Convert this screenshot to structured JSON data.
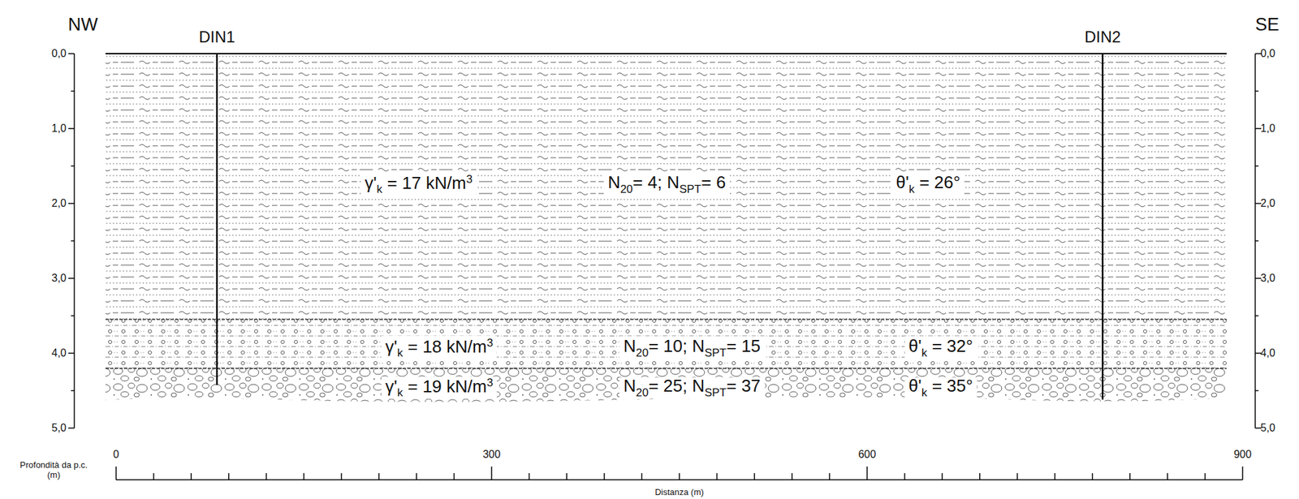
{
  "diagram": {
    "nodes": [
      {
        "text": [
          "γ'k = 17 kN/m3",
          "N20= 4; NSPT= 6",
          "θ'k = 26°"
        ]
      },
      {
        "text": [
          "γ'k = 18 kN/m3",
          "N20= 10; NSPT= 15",
          "θ'k = 32°"
        ]
      },
      {
        "text": [
          "γ'k = 19 kN/m3",
          "N20= 25; NSPT= 37",
          "θ'k = 35°"
        ]
      }
    ],
    "labels": [
      "NW",
      "SE",
      "DIN1",
      "DIN2",
      "0,0",
      "1,0",
      "2,0",
      "3,0",
      "4,0",
      "5,0",
      "0,0",
      "1,0",
      "2,0",
      "3,0",
      "4,0",
      "5,0",
      "Profondità da p.c. (m)",
      "0",
      "300",
      "600",
      "900",
      "Distanza (m)"
    ]
  }
}
